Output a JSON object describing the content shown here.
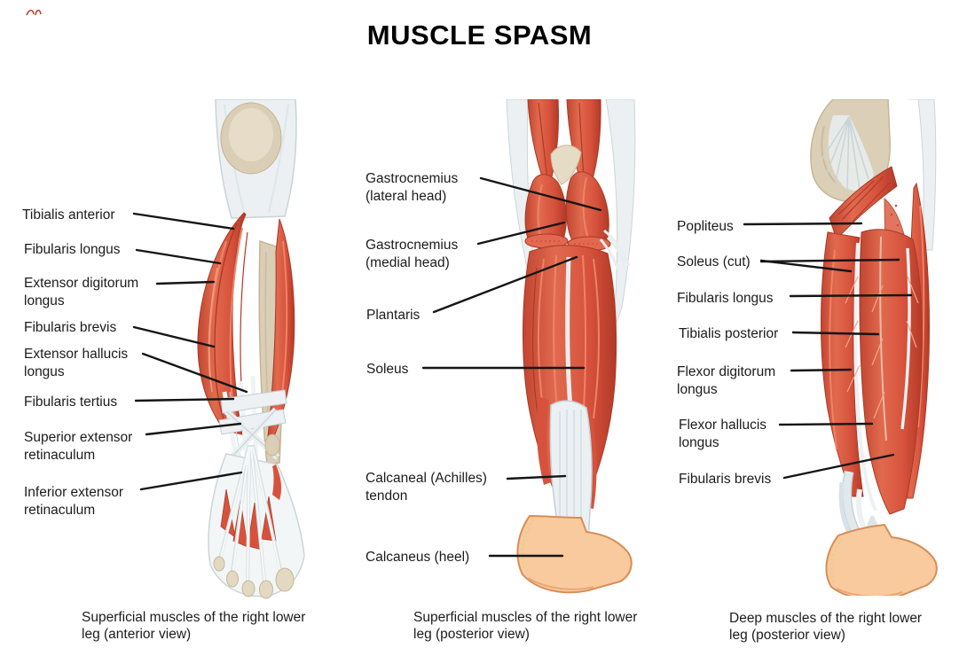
{
  "title": "MUSCLE SPASM",
  "panels": [
    {
      "id": "anterior-superficial",
      "caption": "Superficial muscles of the right lower leg (anterior view)",
      "labels": [
        "Tibialis anterior",
        "Fibularis longus",
        "Extensor digitorum longus",
        "Fibularis brevis",
        "Extensor hallucis longus",
        "Fibularis tertius",
        "Superior extensor retinaculum",
        "Inferior extensor retinaculum"
      ]
    },
    {
      "id": "posterior-superficial",
      "caption": "Superficial muscles of the right lower leg (posterior view)",
      "labels": [
        "Gastrocnemius (lateral head)",
        "Gastrocnemius (medial head)",
        "Plantaris",
        "Soleus",
        "Calcaneal (Achilles) tendon",
        "Calcaneus (heel)"
      ]
    },
    {
      "id": "posterior-deep",
      "caption": "Deep muscles of the right lower leg (posterior view)",
      "labels": [
        "Popliteus",
        "Soleus (cut)",
        "Fibularis longus",
        "Tibialis posterior",
        "Flexor digitorum longus",
        "Flexor hallucis longus",
        "Fibularis brevis"
      ]
    }
  ],
  "colors": {
    "muscle_red": "#D7523C",
    "muscle_red_dark": "#B23A27",
    "muscle_red_light": "#EE8266",
    "cut_surface_red": "#E4684F",
    "bone_beige": "#DACEB6",
    "tendon_white": "#EDF1F2",
    "skin": "#F8CA9E",
    "leader_line": "#151515",
    "text": "#1C1C1C",
    "background": "#FFFFFF"
  }
}
